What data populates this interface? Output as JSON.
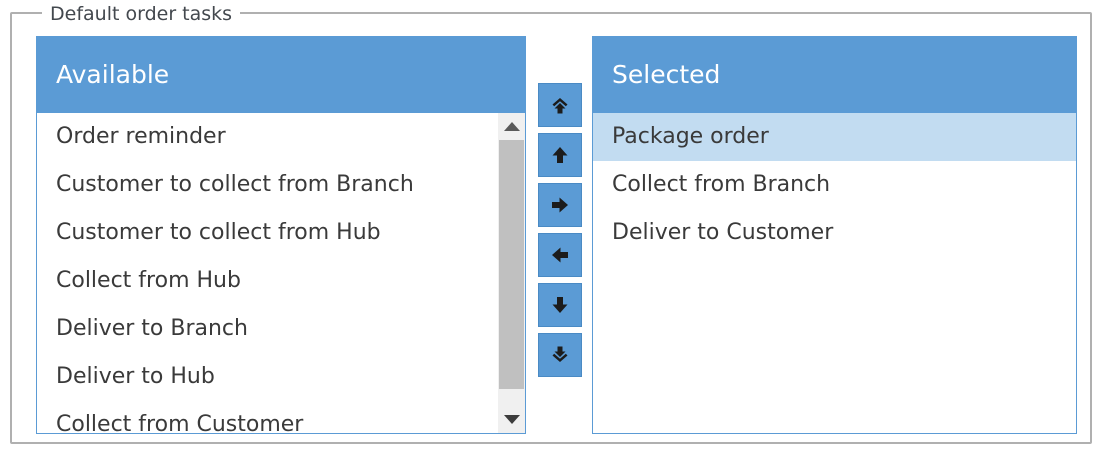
{
  "fieldset": {
    "legend": "Default order tasks"
  },
  "available": {
    "header": "Available",
    "items": [
      "Order reminder",
      "Customer to collect from Branch",
      "Customer to collect from Hub",
      "Collect from Hub",
      "Deliver to Branch",
      "Deliver to Hub",
      "Collect from Customer"
    ],
    "scrollbar": {
      "up_icon": "triangle-up-icon",
      "down_icon": "triangle-down-icon"
    }
  },
  "selected": {
    "header": "Selected",
    "items": [
      "Package order",
      "Collect from Branch",
      "Deliver to Customer"
    ],
    "selected_index": 0
  },
  "transfer_buttons": [
    {
      "name": "move-all-up-button",
      "icon": "double-chevron-up-arrow-icon",
      "title": "Move to top"
    },
    {
      "name": "move-up-button",
      "icon": "arrow-up-icon",
      "title": "Move up"
    },
    {
      "name": "add-button",
      "icon": "arrow-right-icon",
      "title": "Add to selected"
    },
    {
      "name": "remove-button",
      "icon": "arrow-left-icon",
      "title": "Remove from selected"
    },
    {
      "name": "move-down-button",
      "icon": "arrow-down-icon",
      "title": "Move down"
    },
    {
      "name": "move-all-down-button",
      "icon": "double-chevron-down-arrow-icon",
      "title": "Move to bottom"
    }
  ],
  "colors": {
    "header_blue": "#5b9bd5",
    "highlight_blue": "#c2dcf1",
    "fieldset_border": "#b0b0b0",
    "text": "#3a3a3a",
    "scrollbar_thumb": "#c0c0c0",
    "scrollbar_track": "#f0f0f0"
  }
}
